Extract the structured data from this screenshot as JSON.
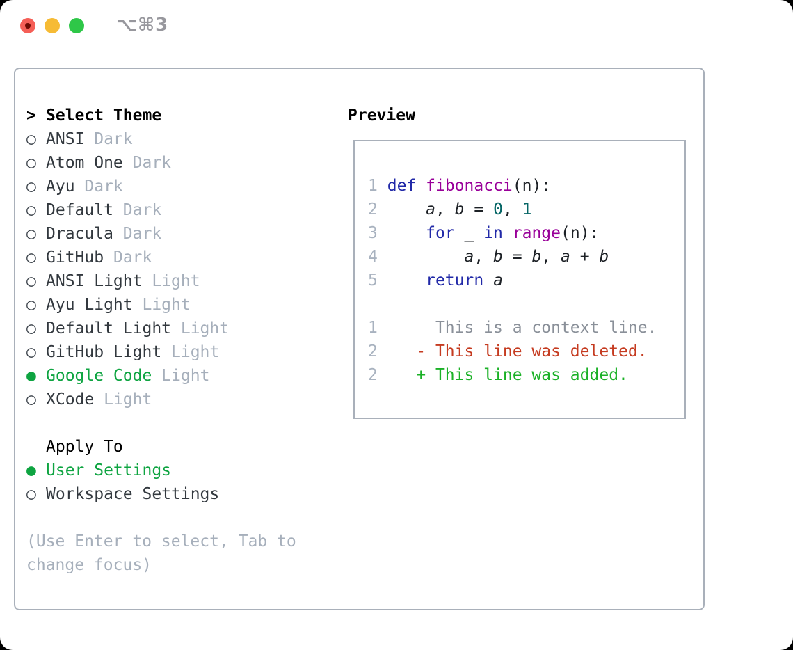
{
  "window": {
    "title": "⌥⌘3",
    "traffic_lights": {
      "close": "close-button",
      "minimize": "minimize-button",
      "zoom": "zoom-button"
    }
  },
  "theme_panel": {
    "header": {
      "prefix": ">",
      "label": "Select Theme"
    },
    "themes": [
      {
        "name": "ANSI",
        "tag": "Dark",
        "selected": false
      },
      {
        "name": "Atom One",
        "tag": "Dark",
        "selected": false
      },
      {
        "name": "Ayu",
        "tag": "Dark",
        "selected": false
      },
      {
        "name": "Default",
        "tag": "Dark",
        "selected": false
      },
      {
        "name": "Dracula",
        "tag": "Dark",
        "selected": false
      },
      {
        "name": "GitHub",
        "tag": "Dark",
        "selected": false
      },
      {
        "name": "ANSI Light",
        "tag": "Light",
        "selected": false
      },
      {
        "name": "Ayu Light",
        "tag": "Light",
        "selected": false
      },
      {
        "name": "Default Light",
        "tag": "Light",
        "selected": false
      },
      {
        "name": "GitHub Light",
        "tag": "Light",
        "selected": false
      },
      {
        "name": "Google Code",
        "tag": "Light",
        "selected": true
      },
      {
        "name": "XCode",
        "tag": "Light",
        "selected": false
      }
    ],
    "apply_to": {
      "label": "Apply To",
      "options": [
        {
          "name": "User Settings",
          "selected": true
        },
        {
          "name": "Workspace Settings",
          "selected": false
        }
      ]
    },
    "help_lines": [
      "(Use Enter to select, Tab to",
      "change focus)"
    ]
  },
  "preview": {
    "label": "Preview",
    "lines": [
      [
        {
          "c": "num",
          "t": "1"
        },
        {
          "c": "pl",
          "t": " "
        },
        {
          "c": "kw",
          "t": "def"
        },
        {
          "c": "pl",
          "t": " "
        },
        {
          "c": "fn",
          "t": "fibonacci"
        },
        {
          "c": "pl",
          "t": "(n):"
        }
      ],
      [
        {
          "c": "num",
          "t": "2"
        },
        {
          "c": "pl",
          "t": "     "
        },
        {
          "c": "var",
          "t": "a"
        },
        {
          "c": "pl",
          "t": ", "
        },
        {
          "c": "var",
          "t": "b"
        },
        {
          "c": "pl",
          "t": " = "
        },
        {
          "c": "lit",
          "t": "0"
        },
        {
          "c": "pl",
          "t": ", "
        },
        {
          "c": "lit",
          "t": "1"
        }
      ],
      [
        {
          "c": "num",
          "t": "3"
        },
        {
          "c": "pl",
          "t": "     "
        },
        {
          "c": "kw",
          "t": "for"
        },
        {
          "c": "pl",
          "t": " _ "
        },
        {
          "c": "kw",
          "t": "in"
        },
        {
          "c": "pl",
          "t": " "
        },
        {
          "c": "fn",
          "t": "range"
        },
        {
          "c": "pl",
          "t": "(n):"
        }
      ],
      [
        {
          "c": "num",
          "t": "4"
        },
        {
          "c": "pl",
          "t": "         "
        },
        {
          "c": "var",
          "t": "a"
        },
        {
          "c": "pl",
          "t": ", "
        },
        {
          "c": "var",
          "t": "b"
        },
        {
          "c": "pl",
          "t": " = "
        },
        {
          "c": "var",
          "t": "b"
        },
        {
          "c": "pl",
          "t": ", "
        },
        {
          "c": "var",
          "t": "a"
        },
        {
          "c": "pl",
          "t": " + "
        },
        {
          "c": "var",
          "t": "b"
        }
      ],
      [
        {
          "c": "num",
          "t": "5"
        },
        {
          "c": "pl",
          "t": "     "
        },
        {
          "c": "kw",
          "t": "return"
        },
        {
          "c": "pl",
          "t": " "
        },
        {
          "c": "var",
          "t": "a"
        }
      ],
      [],
      [
        {
          "c": "num",
          "t": "1"
        },
        {
          "c": "ctx",
          "t": "      This is a context line."
        }
      ],
      [
        {
          "c": "num",
          "t": "2"
        },
        {
          "c": "pl",
          "t": "    "
        },
        {
          "c": "del",
          "t": "- This line was deleted."
        }
      ],
      [
        {
          "c": "num",
          "t": "2"
        },
        {
          "c": "pl",
          "t": "    "
        },
        {
          "c": "add",
          "t": "+ This line was added."
        }
      ]
    ]
  },
  "colors": {
    "selection_green": "#0ea441",
    "diff_added_green": "#1bb127",
    "diff_deleted_red": "#c53b20",
    "keyword_blue": "#2129a8",
    "function_magenta": "#990099",
    "literal_teal": "#066666",
    "muted_gray": "#a6afbb",
    "panel_border": "#a9b0ba",
    "traffic_red": "#f55f57",
    "traffic_yellow": "#f6bb35",
    "traffic_green": "#2ec748"
  },
  "icons": {
    "radio_unselected": "○",
    "radio_selected": "●",
    "cursor_prefix": ">"
  }
}
